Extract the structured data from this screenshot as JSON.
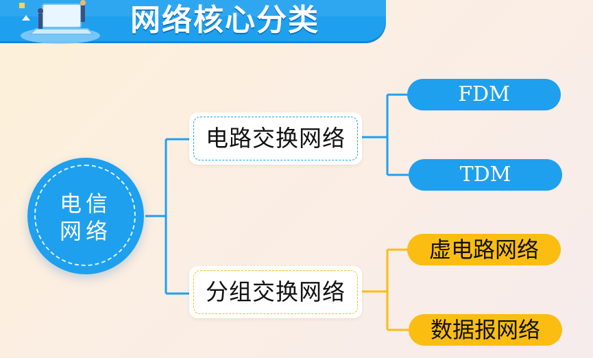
{
  "header": {
    "title": "网络核心分类"
  },
  "root": {
    "label_line1": "电信",
    "label_line2": "网络"
  },
  "branches": [
    {
      "label": "电路交换网络",
      "children": [
        "FDM",
        "TDM"
      ]
    },
    {
      "label": "分组交换网络",
      "children": [
        "虚电路网络",
        "数据报网络"
      ]
    }
  ],
  "colors": {
    "blue": "#1ea0ef",
    "yellow": "#fbbd12",
    "background": "#fcefe0"
  }
}
